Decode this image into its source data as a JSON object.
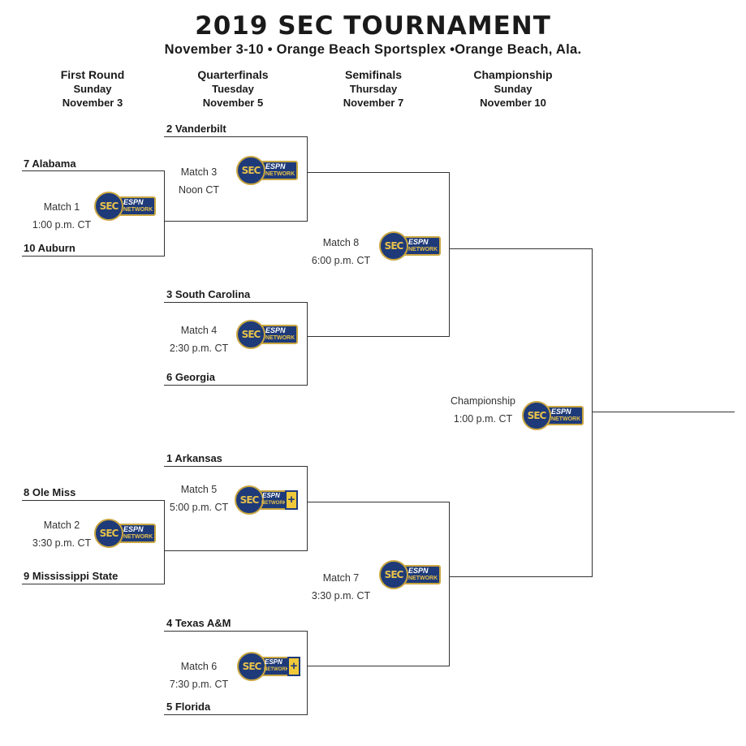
{
  "header": {
    "title": "2019 SEC TOURNAMENT",
    "subtitle": "November 3-10 • Orange Beach Sportsplex •Orange Beach, Ala."
  },
  "rounds": [
    {
      "name": "First Round",
      "day": "Sunday",
      "date": "November 3"
    },
    {
      "name": "Quarterfinals",
      "day": "Tuesday",
      "date": "November 5"
    },
    {
      "name": "Semifinals",
      "day": "Thursday",
      "date": "November 7"
    },
    {
      "name": "Championship",
      "day": "Sunday",
      "date": "November 10"
    }
  ],
  "teams": {
    "t7": "7 Alabama",
    "t10": "10 Auburn",
    "t8": "8 Ole Miss",
    "t9": "9 Mississippi State",
    "t2": "2 Vanderbilt",
    "t3": "3 South Carolina",
    "t6": "6 Georgia",
    "t1": "1 Arkansas",
    "t4": "4 Texas A&M",
    "t5": "5 Florida"
  },
  "matches": {
    "m1": {
      "name": "Match 1",
      "time": "1:00 p.m. CT"
    },
    "m2": {
      "name": "Match 2",
      "time": "3:30 p.m. CT"
    },
    "m3": {
      "name": "Match 3",
      "time": "Noon CT"
    },
    "m4": {
      "name": "Match 4",
      "time": "2:30 p.m. CT"
    },
    "m5": {
      "name": "Match 5",
      "time": "5:00 p.m. CT"
    },
    "m6": {
      "name": "Match 6",
      "time": "7:30 p.m. CT"
    },
    "m8": {
      "name": "Match 8",
      "time": "6:00 p.m. CT"
    },
    "m7": {
      "name": "Match 7",
      "time": "3:30 p.m. CT"
    },
    "champ": {
      "name": "Championship",
      "time": "1:00 p.m. CT"
    }
  },
  "logo": {
    "sec": "SEC",
    "espn": "ESPN",
    "network": "NETWORK",
    "plus": "+"
  },
  "colors": {
    "navy": "#1e3a78",
    "gold": "#c9a640"
  }
}
